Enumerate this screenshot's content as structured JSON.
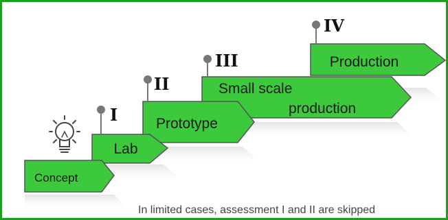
{
  "stages": [
    {
      "id": "concept",
      "label": "Concept"
    },
    {
      "id": "lab",
      "label": "Lab"
    },
    {
      "id": "prototype",
      "label": "Prototype"
    },
    {
      "id": "small-scale",
      "label_line1": "Small scale",
      "label_line2": "production"
    },
    {
      "id": "production",
      "label": "Production"
    }
  ],
  "assessments": [
    "I",
    "II",
    "III",
    "IV"
  ],
  "footnote": "In limited cases, assessment I and II are skipped",
  "colors": {
    "arrow_fill": "#3cc93c",
    "arrow_stroke": "#555555",
    "frame": "#1aa01a",
    "pin": "#777777"
  },
  "icons": [
    "lightbulb-icon"
  ]
}
